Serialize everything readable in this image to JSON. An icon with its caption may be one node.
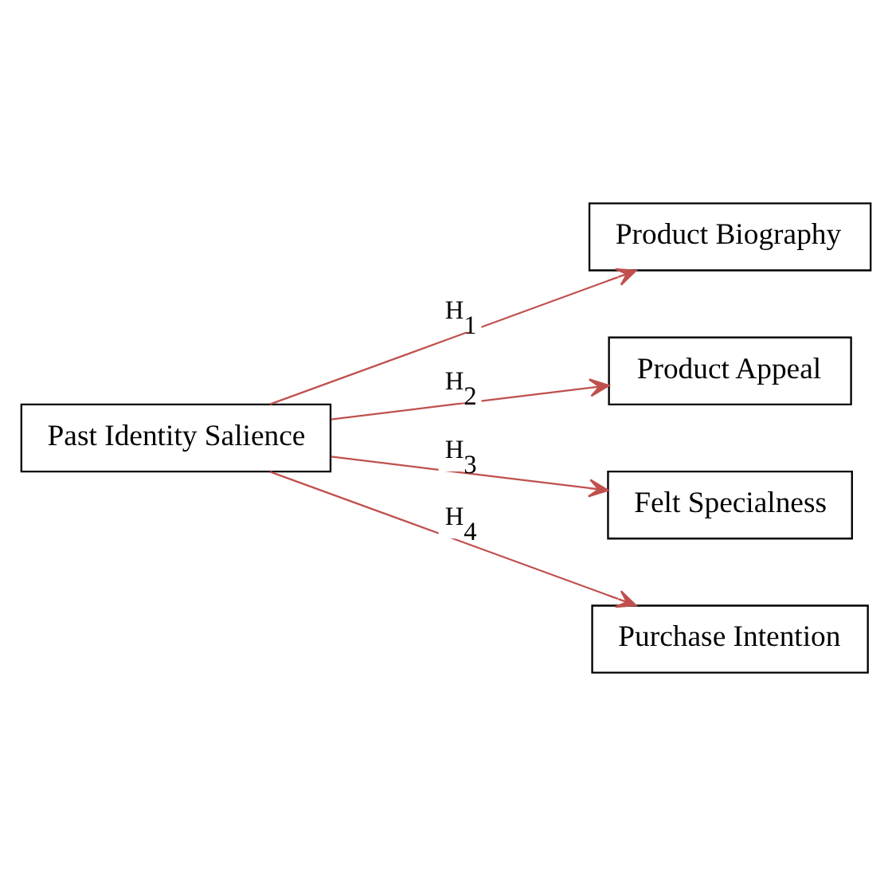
{
  "diagram": {
    "nodes": [
      {
        "text": [
          "Past Identity Salience"
        ]
      },
      {
        "text": [
          "Product Biography"
        ]
      },
      {
        "text": [
          "Product Appeal"
        ]
      },
      {
        "text": [
          "Felt Specialness"
        ]
      },
      {
        "text": [
          "Purchase Intention"
        ]
      }
    ],
    "edges": [
      {
        "from": 0,
        "to": 1,
        "arrow": "to",
        "label": "H$_{1}$"
      },
      {
        "from": 0,
        "to": 2,
        "arrow": "to",
        "label": "H$_{2}$"
      },
      {
        "from": 0,
        "to": 3,
        "arrow": "to",
        "label": "H$_{3}$"
      },
      {
        "from": 0,
        "to": 4,
        "arrow": "to",
        "label": "H$_{4}$"
      }
    ]
  }
}
